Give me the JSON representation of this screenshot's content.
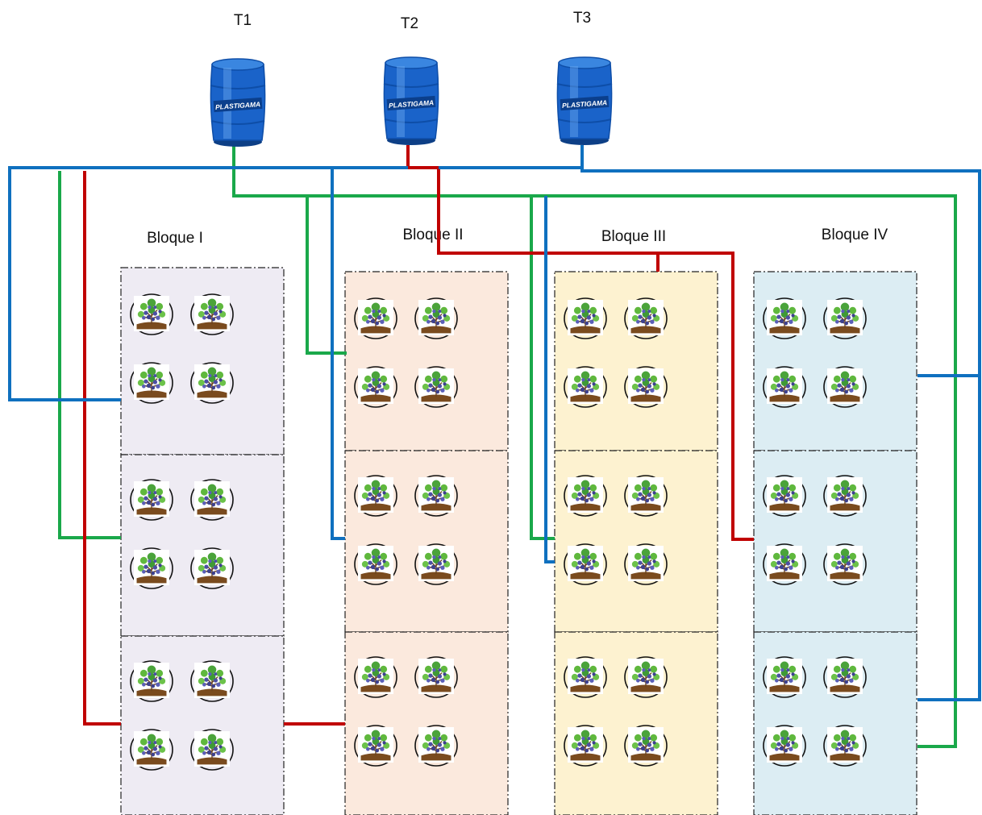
{
  "tanks": [
    {
      "label": "T1",
      "brand": "PLASTIGAMA",
      "icon": "water-barrel-icon"
    },
    {
      "label": "T2",
      "brand": "PLASTIGAMA",
      "icon": "water-barrel-icon"
    },
    {
      "label": "T3",
      "brand": "PLASTIGAMA",
      "icon": "water-barrel-icon"
    }
  ],
  "blocks": [
    {
      "label": "Bloque I",
      "fill": "#eeebf3"
    },
    {
      "label": "Bloque II",
      "fill": "#fbe9dd"
    },
    {
      "label": "Bloque III",
      "fill": "#fdf2d0"
    },
    {
      "label": "Bloque IV",
      "fill": "#dcedf3"
    }
  ],
  "plots_per_block": 3,
  "plants_per_plot": 4,
  "plant_icon": "blueberry-bush-icon",
  "pipe_colors": {
    "T1": "#1aa84a",
    "T2": "#c00000",
    "T3": "#0f70bf"
  },
  "tank_color": "#1a63c9"
}
